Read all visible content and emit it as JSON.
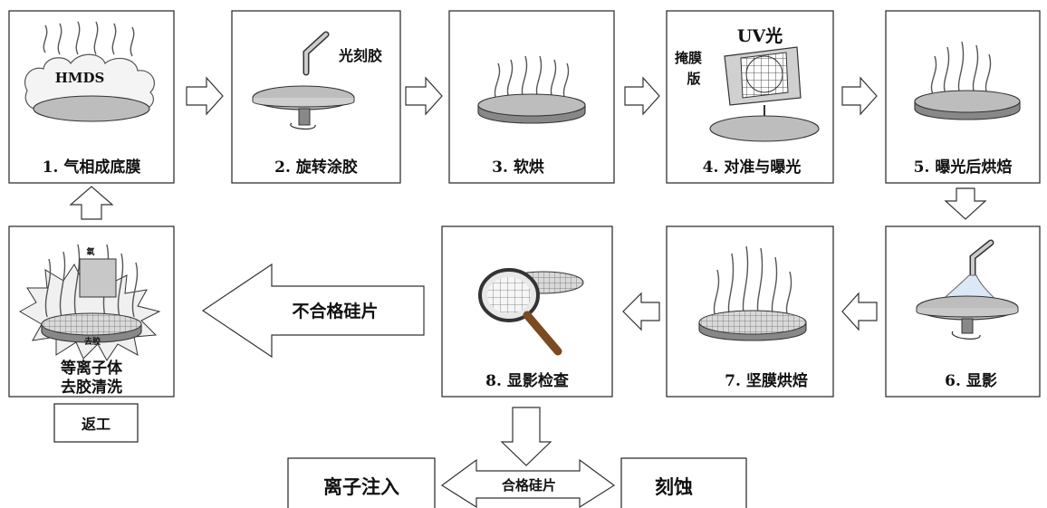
{
  "steps": [
    {
      "label": "1. 气相成底膜",
      "overlay": "HMDS"
    },
    {
      "label": "2. 旋转涂胶",
      "overlay": "光刻胶"
    },
    {
      "label": "3. 软烘"
    },
    {
      "label": "4. 对准与曝光",
      "overlay": "UV光",
      "overlay2": "掩膜",
      "overlay3": "版"
    },
    {
      "label": "5. 曝光后烘焙"
    },
    {
      "label": "6. 显影"
    },
    {
      "label": "7. 坚膜烘焙"
    },
    {
      "label": "8. 显影检查"
    }
  ],
  "rework": {
    "line1": "等离子体",
    "line2": "去胶清洗",
    "inner_small": "氧",
    "inner_small2": "去胶",
    "tag": "返工"
  },
  "reject_arrow_label": "不合格硅片",
  "pass_arrow_label": "合格硅片",
  "outcomes": {
    "left": "离子注入",
    "right": "刻蚀"
  }
}
